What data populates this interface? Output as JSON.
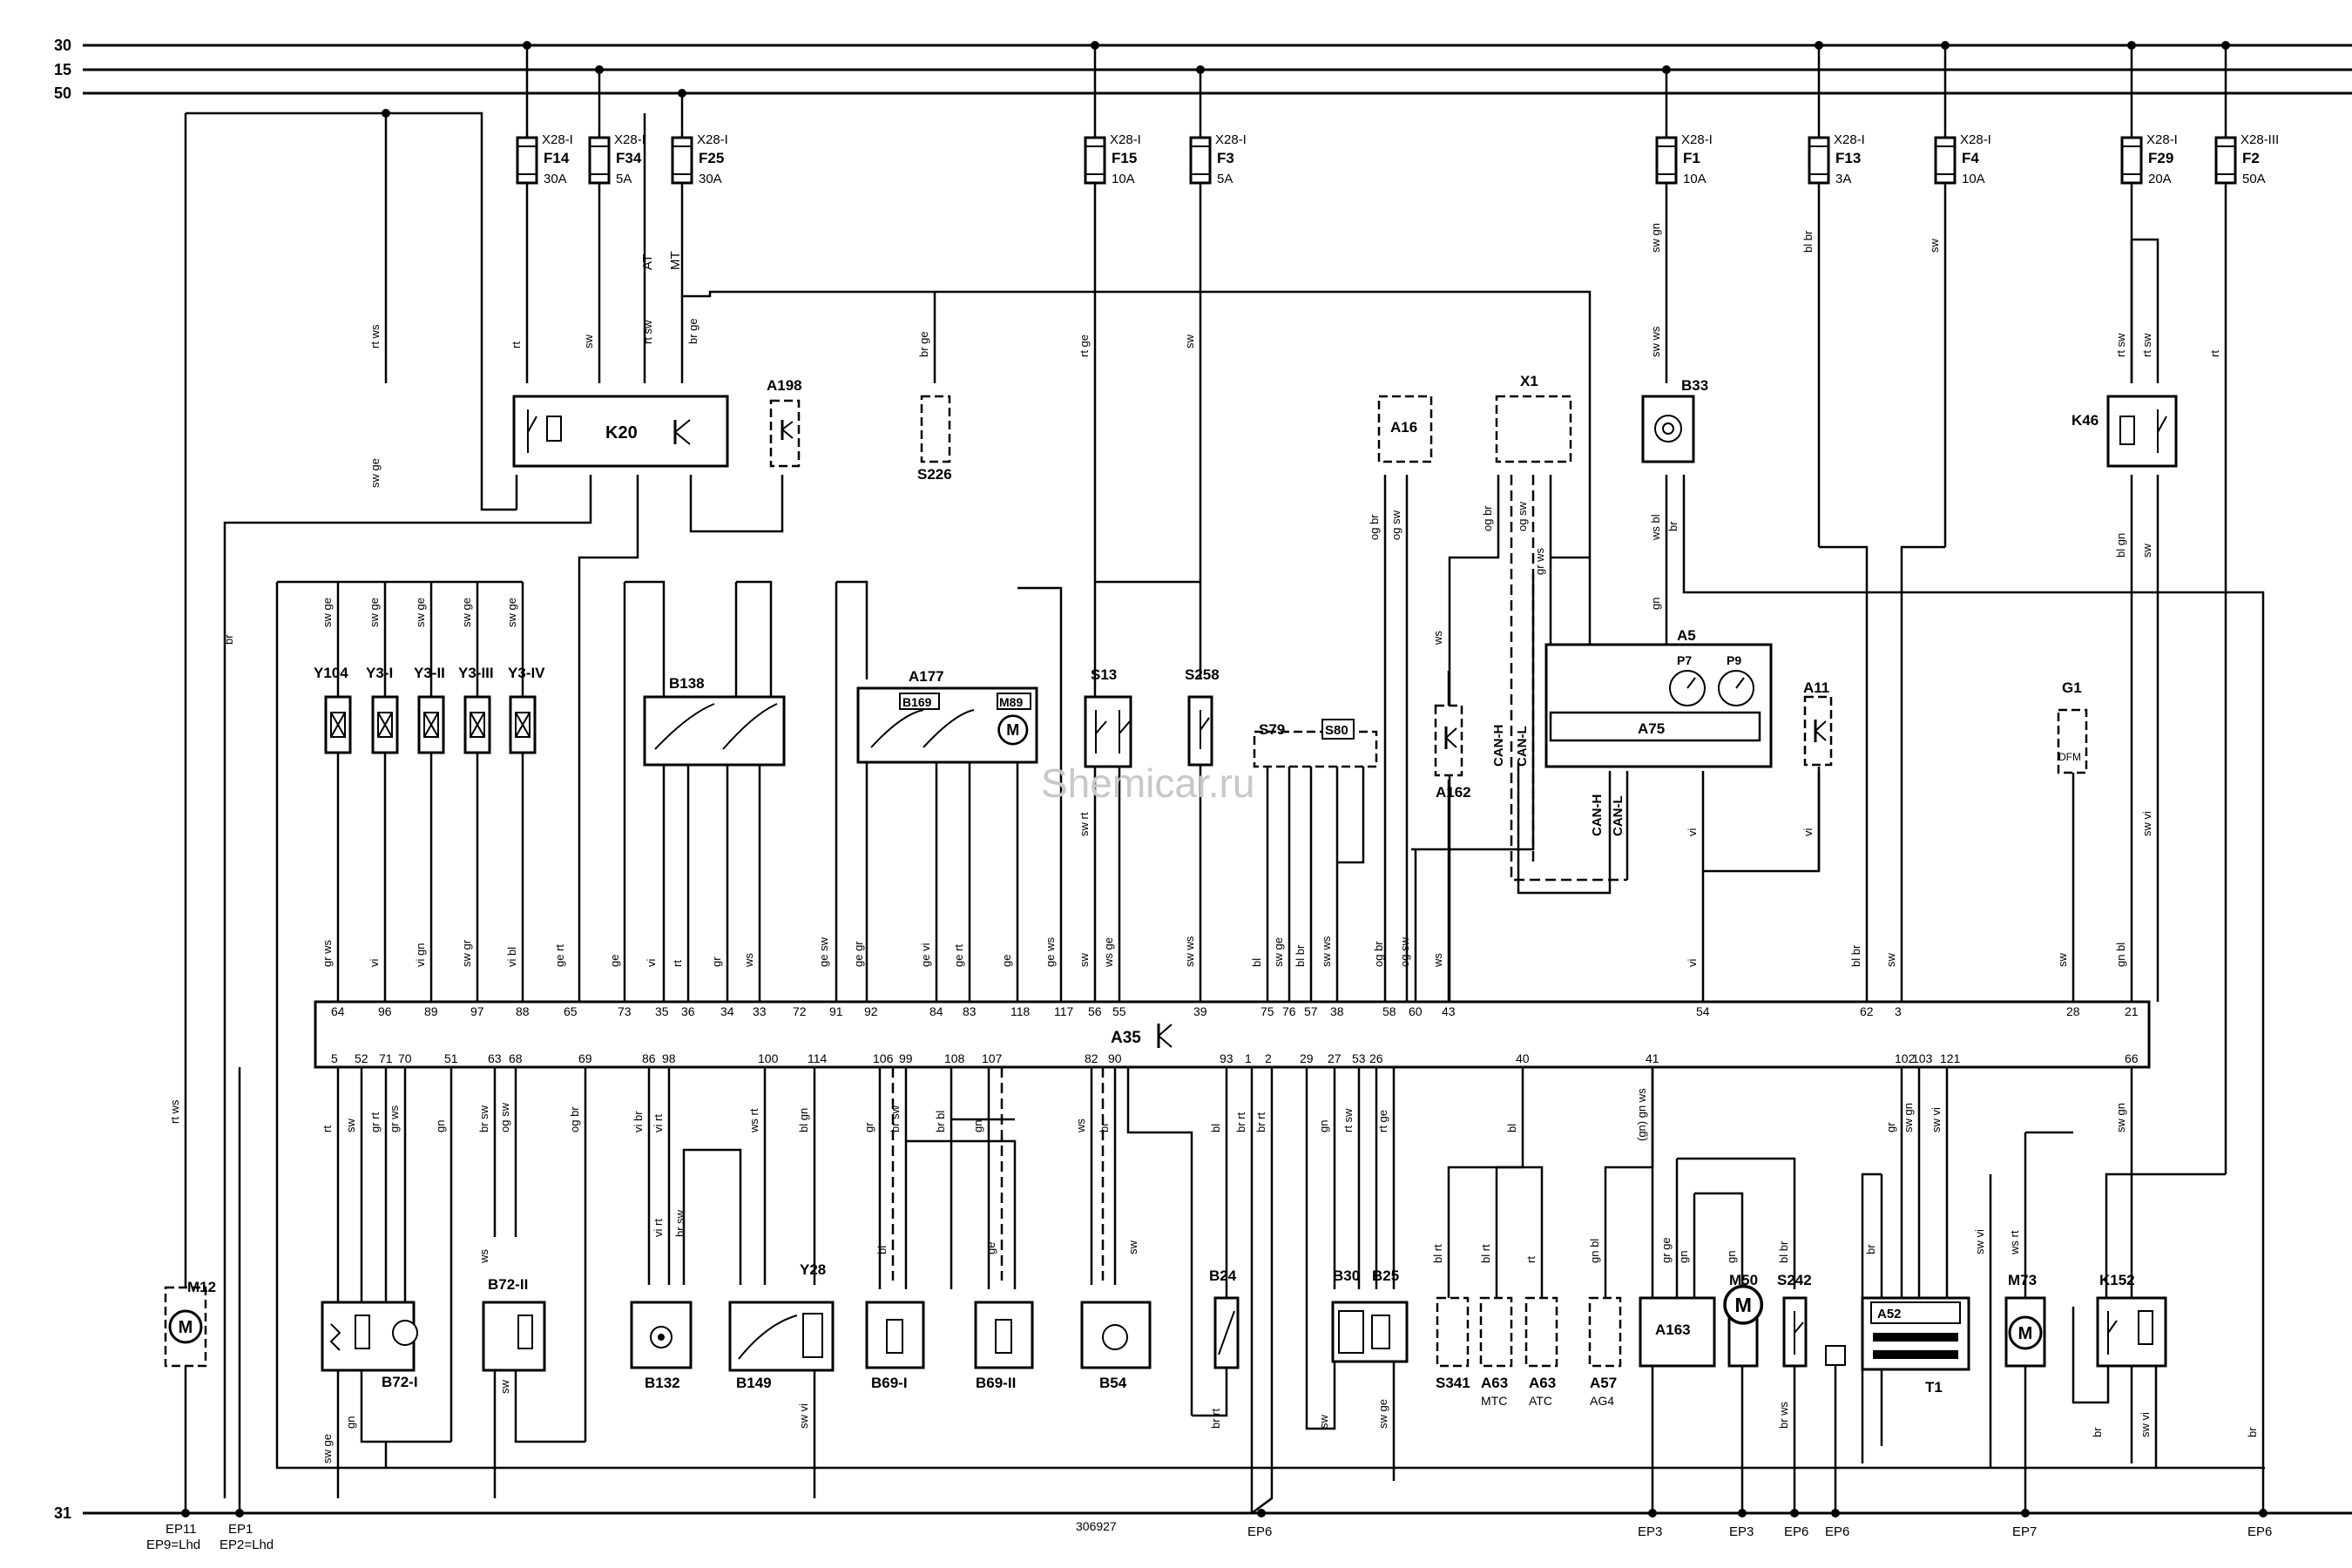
{
  "rails": {
    "r30": "30",
    "r15": "15",
    "r50": "50",
    "r31": "31"
  },
  "fuses": [
    {
      "conn": "X28-I",
      "id": "F14",
      "rating": "30A"
    },
    {
      "conn": "X28-I",
      "id": "F34",
      "rating": "5A"
    },
    {
      "conn": "X28-I",
      "id": "F25",
      "rating": "30A"
    },
    {
      "conn": "X28-I",
      "id": "F15",
      "rating": "10A"
    },
    {
      "conn": "X28-I",
      "id": "F3",
      "rating": "5A"
    },
    {
      "conn": "X28-I",
      "id": "F1",
      "rating": "10A"
    },
    {
      "conn": "X28-I",
      "id": "F13",
      "rating": "3A"
    },
    {
      "conn": "X28-I",
      "id": "F4",
      "rating": "10A"
    },
    {
      "conn": "X28-I",
      "id": "F29",
      "rating": "20A"
    },
    {
      "conn": "X28-III",
      "id": "F2",
      "rating": "50A"
    }
  ],
  "components": {
    "k20": "K20",
    "a198": "A198",
    "s226": "S226",
    "a16": "A16",
    "x1": "X1",
    "b33": "B33",
    "k46": "K46",
    "y104": "Y104",
    "y3i": "Y3-I",
    "y3ii": "Y3-II",
    "y3iii": "Y3-III",
    "y3iv": "Y3-IV",
    "b138": "B138",
    "a177": "A177",
    "b169": "B169",
    "m89": "M89",
    "s13": "S13",
    "s258": "S258",
    "s79": "S79",
    "s80": "S80",
    "a162": "A162",
    "a5": "A5",
    "a75": "A75",
    "p7": "P7",
    "p9": "P9",
    "a11": "A11",
    "g1": "G1",
    "dfm": "DFM",
    "a35": "A35",
    "m12": "M12",
    "b72i": "B72-I",
    "b72ii": "B72-II",
    "b132": "B132",
    "b149": "B149",
    "y28": "Y28",
    "b69i": "B69-I",
    "b69ii": "B69-II",
    "b54": "B54",
    "b24": "B24",
    "b30": "B30",
    "b25": "B25",
    "s341": "S341",
    "a63a": "A63",
    "a63b": "A63",
    "mtc": "MTC",
    "atc": "ATC",
    "a57": "A57",
    "ag4": "AG4",
    "a163": "A163",
    "m50": "M50",
    "s242": "S242",
    "a52": "A52",
    "t1": "T1",
    "m73": "M73",
    "k152": "K152"
  },
  "wire_labels": {
    "at": "AT",
    "mt": "MT",
    "can_h": "CAN-H",
    "can_l": "CAN-L"
  },
  "grounds": {
    "ep11": "EP11",
    "ep9": "EP9=Lhd",
    "ep1": "EP1",
    "ep2": "EP2=Lhd",
    "ep6a": "EP6",
    "ep3a": "EP3",
    "ep3b": "EP3",
    "ep6b": "EP6",
    "ep6c": "EP6",
    "ep7": "EP7",
    "ep6d": "EP6"
  },
  "a35_upper_pins": [
    "64",
    "96",
    "89",
    "97",
    "88",
    "65",
    "73",
    "35",
    "36",
    "34",
    "33",
    "72",
    "91",
    "92",
    "84",
    "83",
    "118",
    "117",
    "56",
    "55",
    "39",
    "75",
    "76",
    "57",
    "38",
    "58",
    "60",
    "43",
    "54",
    "62",
    "3",
    "28",
    "21"
  ],
  "a35_lower_pins": [
    "5",
    "52",
    "71",
    "70",
    "51",
    "63",
    "68",
    "69",
    "86",
    "98",
    "100",
    "114",
    "106",
    "99",
    "108",
    "107",
    "82",
    "90",
    "93",
    "1",
    "2",
    "29",
    "27",
    "53",
    "26",
    "40",
    "41",
    "102",
    "103",
    "121",
    "66"
  ],
  "wire_colors": {
    "y104": "sw ge",
    "y3i": "sw ge",
    "y3ii": "sw ge",
    "y3iii": "sw ge",
    "y3iv": "sw ge",
    "p64": "gr ws",
    "p96": "vi",
    "p89": "vi gn",
    "p97": "sw gr",
    "p88": "vi bl",
    "p65": "ge rt",
    "p73": "ge",
    "p35": "vi",
    "p36": "rt",
    "p34": "gr",
    "p33": "ws",
    "p91": "ge sw",
    "p92": "ge gr",
    "p84": "ge vi",
    "p83": "ge rt",
    "p118": "ge",
    "p117": "ge ws",
    "p56": "sw",
    "p55": "ws ge",
    "p39": "sw ws",
    "p75": "bl",
    "p76": "sw ge",
    "p57": "bl br",
    "p38": "sw ws",
    "p58": "og br",
    "p60": "og sw",
    "p43": "ws",
    "p54": "vi",
    "p62": "bl br",
    "p3": "sw",
    "p28": "sw",
    "p21": "gn bl",
    "k20_2": "rt",
    "k20_4": "sw",
    "k20_7": "rt sw",
    "k20_9": "br ge",
    "k20_8": "br ge",
    "k20_6": "br",
    "k20_1": "ge rt",
    "k20_3": "ge",
    "rtws": "rt ws",
    "swge": "sw ge",
    "s226": "br ge",
    "s13": "rt ge",
    "s258": "sw",
    "f1": "sw gn",
    "f13": "bl br",
    "f4": "sw",
    "b33_1": "sw ws",
    "b33_2": "ws bl",
    "b33_3": "br",
    "a5": "gn",
    "x1_11": "og br",
    "x1_3": "og sw",
    "x1_7": "gr ws",
    "k46_3": "rt sw",
    "k46_1": "rt sw",
    "k46_5": "bl gn",
    "k46_2": "sw",
    "a162": "ws",
    "ws": "ws",
    "gr ws": "gr ws",
    "a11": "vi",
    "a5vi": "vi",
    "swvi": "sw vi",
    "rt": "rt",
    "s13sw": "sw rt",
    "a16a": "og br",
    "a16b": "og sw",
    "m12": "rt ws",
    "br": "br",
    "l5": "rt",
    "l52": "sw",
    "l71": "gr rt",
    "l70": "gr ws",
    "l51": "gn",
    "l63": "br sw",
    "l68": "og sw",
    "l69": "og br",
    "l86": "vi br",
    "l98": "vi rt",
    "l100": "ws rt",
    "l114": "bl gn",
    "l106": "gr",
    "l99": "br sw",
    "l108": "br bl",
    "l107": "gn",
    "l82": "ws",
    "l90": "br",
    "l93": "bl",
    "l1": "br rt",
    "l2": "br rt",
    "l29": "gn",
    "l27": "rt sw",
    "l53": "rt ge",
    "l40": "bl",
    "l41": "(gn) gn ws",
    "l102": "gr",
    "l103": "sw gn",
    "l121": "sw vi",
    "l66": "sw gn",
    "b72ws": "ws",
    "b72sw": "sw",
    "b72swge": "sw ge",
    "b72gn": "gn",
    "vi rt": "vi rt",
    "br sw": "br sw",
    "y28": "sw vi",
    "b69bl": "bl",
    "b69ge": "ge",
    "b54": "sw",
    "b24": "br rt",
    "b30": "sw",
    "b25": "sw ge",
    "s341": "bl rt",
    "a63mtc": "bl rt",
    "a63atc": "rt",
    "a57": "gn bl",
    "a163": "gr ge",
    "a163b": "gn",
    "m50": "gn",
    "s242": "bl br",
    "s242b": "br ws",
    "a52a": "br",
    "a52b": "sw vi",
    "m73": "ws rt",
    "k152": "br",
    "k152b": "sw vi",
    "br2": "br"
  },
  "watermark": "Shemicar.ru",
  "drawing_number": "306927"
}
